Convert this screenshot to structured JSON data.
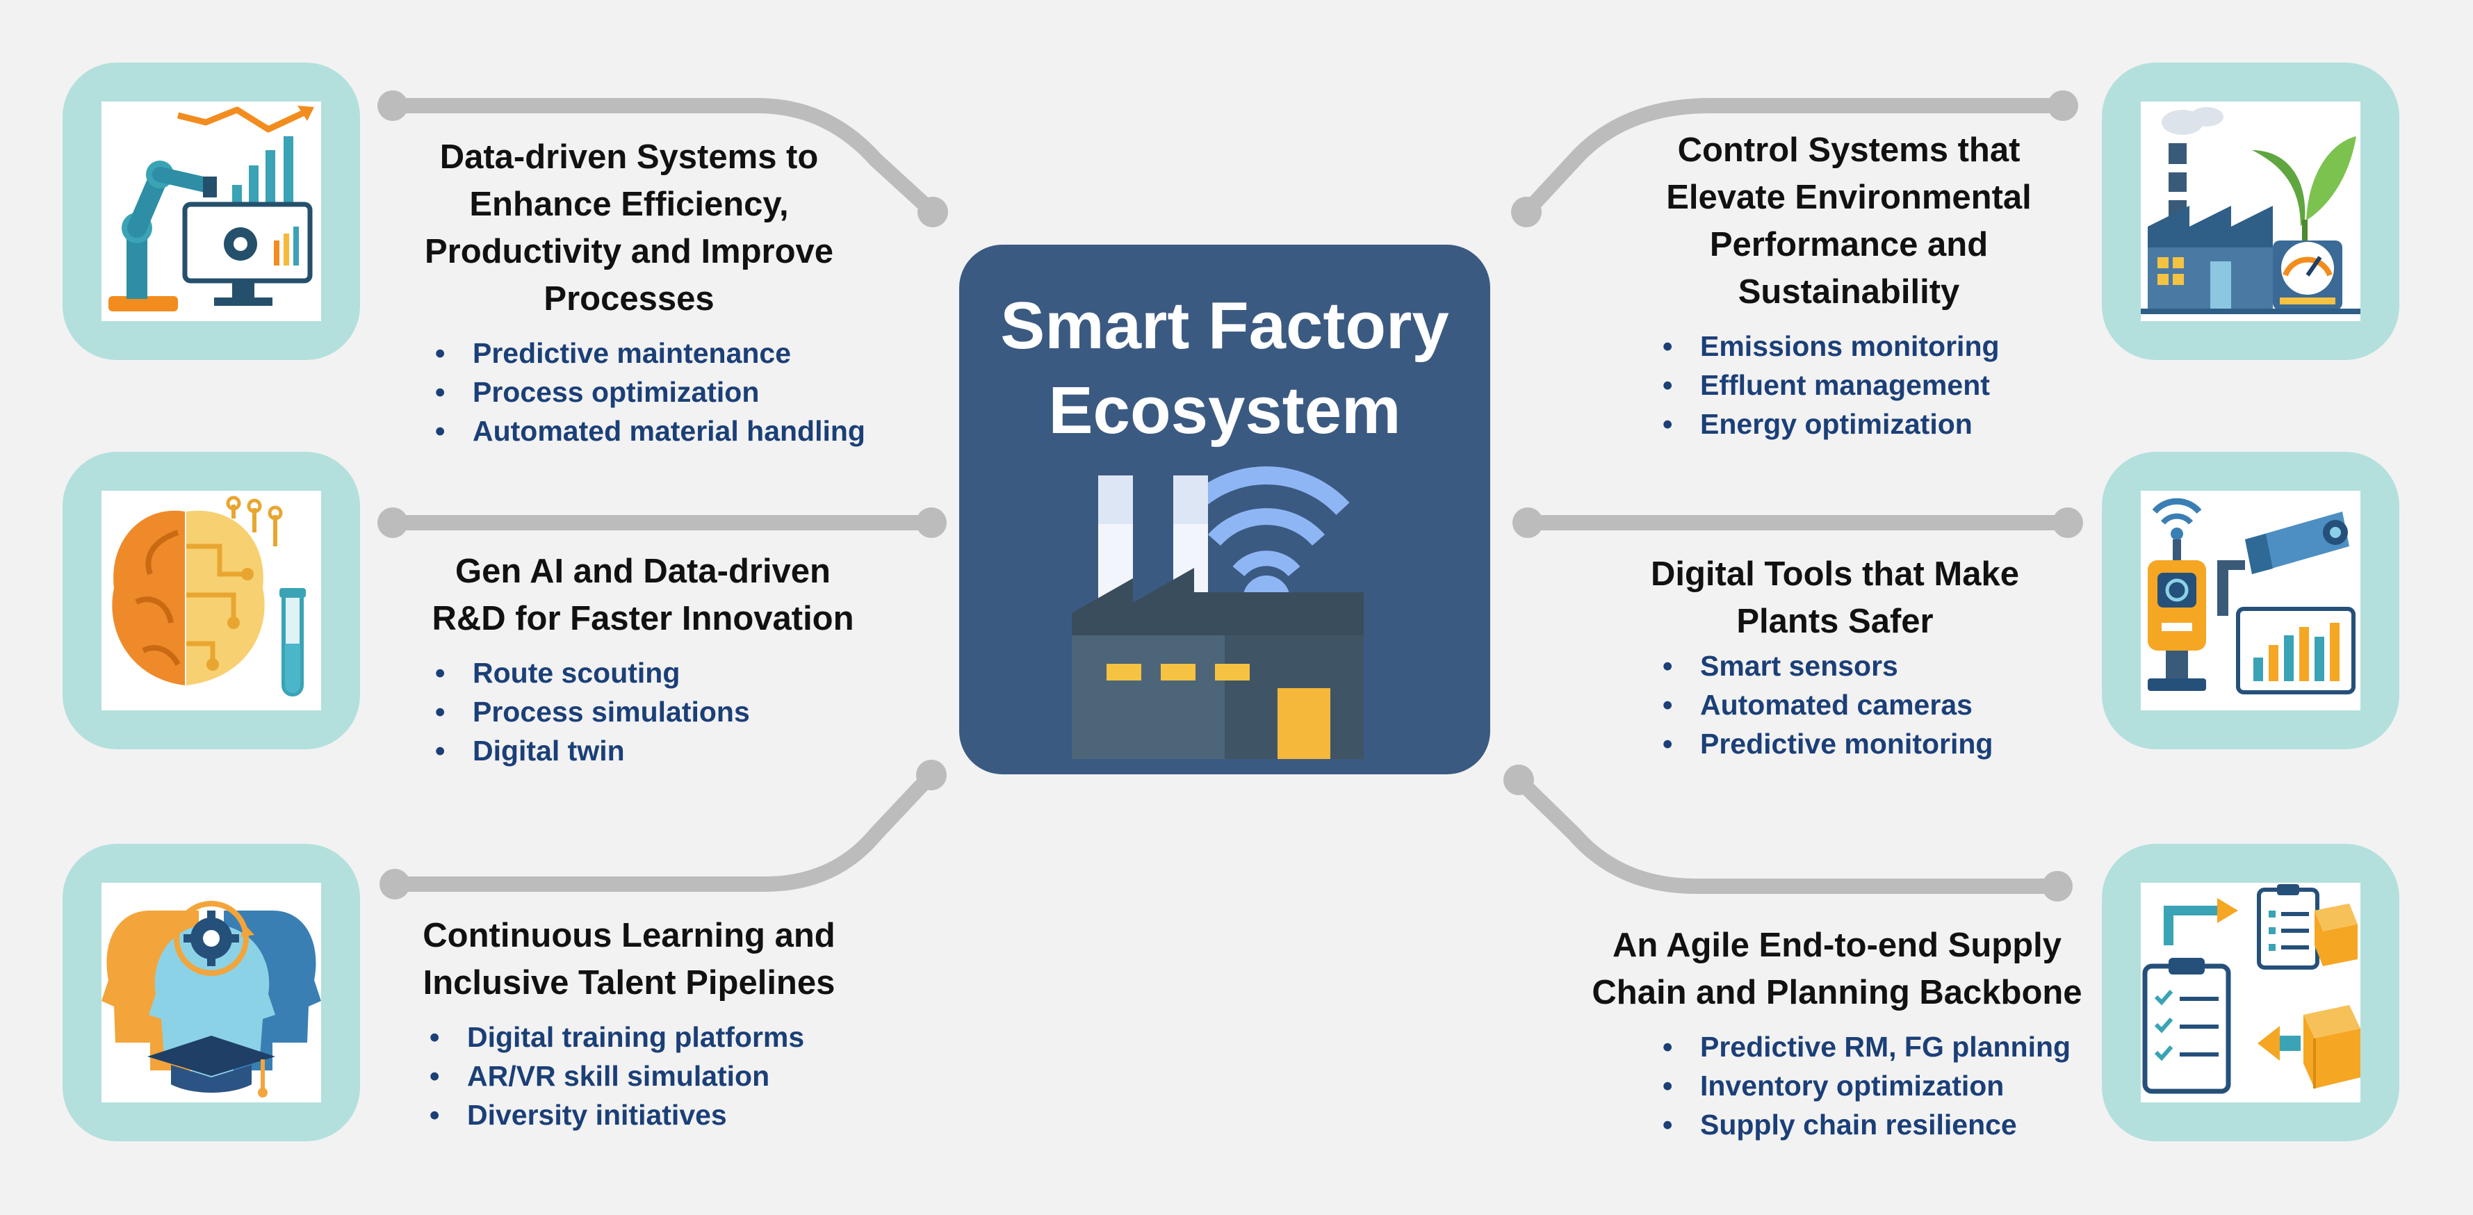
{
  "center": {
    "title_line1": "Smart Factory",
    "title_line2": "Ecosystem",
    "icon": "smart-factory-wifi-icon"
  },
  "blocks": [
    {
      "id": "data-driven",
      "heading": [
        "Data-driven Systems to",
        "Enhance Efficiency,",
        "Productivity and Improve",
        "Processes"
      ],
      "items": [
        "Predictive maintenance",
        "Process optimization",
        "Automated material handling"
      ],
      "icon": "robot-arm-analytics-icon"
    },
    {
      "id": "gen-ai",
      "heading": [
        "Gen AI and Data-driven",
        "R&D for Faster Innovation"
      ],
      "items": [
        "Route scouting",
        "Process simulations",
        "Digital twin"
      ],
      "icon": "brain-circuit-test-tube-icon"
    },
    {
      "id": "learning",
      "heading": [
        "Continuous Learning and",
        "Inclusive Talent Pipelines"
      ],
      "items": [
        "Digital training platforms",
        "AR/VR skill simulation",
        "Diversity initiatives"
      ],
      "icon": "heads-gear-graduation-icon"
    },
    {
      "id": "control",
      "heading": [
        "Control Systems that",
        "Elevate Environmental",
        "Performance and",
        "Sustainability"
      ],
      "items": [
        "Emissions monitoring",
        "Effluent management",
        "Energy optimization"
      ],
      "icon": "factory-plant-gauge-icon"
    },
    {
      "id": "safety",
      "heading": [
        "Digital Tools that Make",
        "Plants Safer"
      ],
      "items": [
        "Smart sensors",
        "Automated cameras",
        "Predictive monitoring"
      ],
      "icon": "sensor-camera-chart-icon"
    },
    {
      "id": "supply",
      "heading": [
        "An Agile End-to-end Supply",
        "Chain and Planning Backbone"
      ],
      "items": [
        "Predictive RM, FG planning",
        "Inventory optimization",
        "Supply chain resilience"
      ],
      "icon": "clipboard-boxes-arrows-icon"
    }
  ],
  "colors": {
    "background": "#f2f2f2",
    "center_card": "#3b5a82",
    "tile": "#b3e0dc",
    "connector": "#bcbcbc",
    "heading": "#111111",
    "bullet_text": "#1b3f77"
  }
}
